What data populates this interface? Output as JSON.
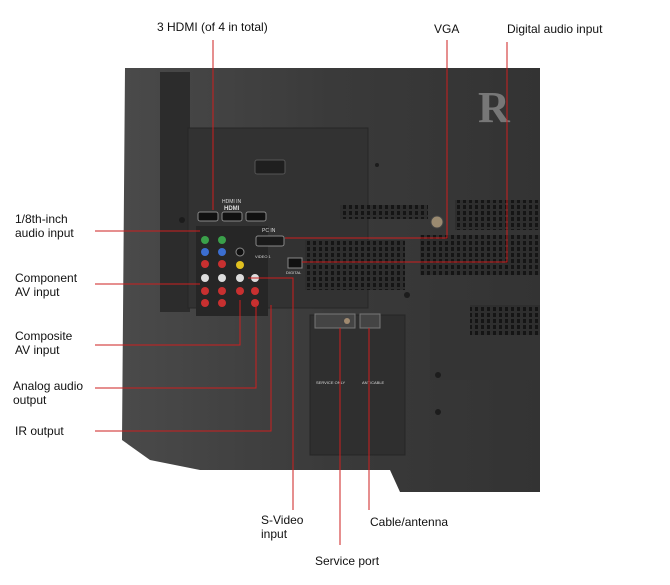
{
  "labels": {
    "hdmi": "3 HDMI (of 4 in total)",
    "vga": "VGA",
    "digital_audio": "Digital audio input",
    "eighth_inch": {
      "line1": "1/8th-inch",
      "line2": "audio input"
    },
    "component": {
      "line1": "Component",
      "line2": "AV input"
    },
    "composite": {
      "line1": "Composite",
      "line2": "AV input"
    },
    "analog_audio": {
      "line1": "Analog audio",
      "line2": "output"
    },
    "ir_output": "IR output",
    "svideo": {
      "line1": "S-Video",
      "line2": "input"
    },
    "cable_antenna": "Cable/antenna",
    "service_port": "Service port"
  },
  "panel_text": {
    "hdmi_in": "HDMI IN",
    "hdmi_logo": "HDMI",
    "logo_letter": "R",
    "video1": "VIDEO 1",
    "pc_in": "PC IN",
    "digital": "DIGITAL",
    "service_only": "SERVICE ONLY",
    "ant_cable": "ANT/CABLE"
  },
  "colors": {
    "callout": "#cc1f1f",
    "tv_body": "#3a3a3a",
    "panel": "#2b2b2b",
    "text": "#111111"
  }
}
